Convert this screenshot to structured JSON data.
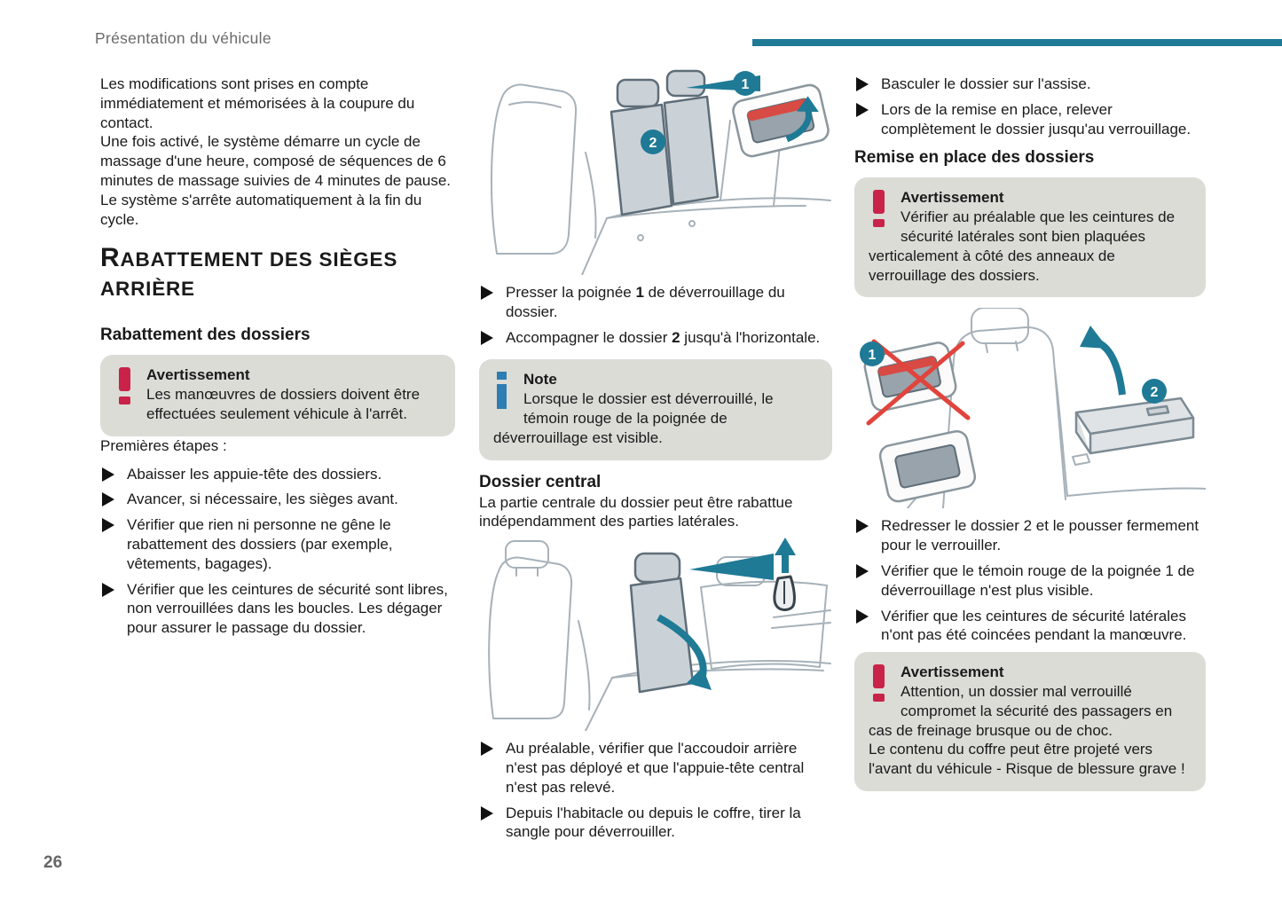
{
  "header": {
    "title": "Présentation du véhicule"
  },
  "footer": {
    "page_number": "26"
  },
  "colors": {
    "accent_teal": "#1F7A96",
    "warning_red": "#C9234A",
    "note_blue": "#2E7DB3",
    "box_gray": "#DBDCD6"
  },
  "col1": {
    "paragraphs": [
      "Les modifications sont prises en compte immédiatement et mémorisées à la coupure du contact.",
      "Une fois activé, le système démarre un cycle de massage d'une heure, composé de séquences de 6 minutes de massage suivies de 4 minutes de pause.",
      "Le système s'arrête automatiquement à la fin du cycle."
    ],
    "section_title": "Rabattement des sièges arrière",
    "subsection_title": "Rabattement des dossiers",
    "warning": {
      "title": "Avertissement",
      "text": "Les manœuvres de dossiers doivent être effectuées seulement véhicule à l'arrêt."
    },
    "steps_label": "Premières étapes :",
    "bullets": [
      "Abaisser les appuie-tête des dossiers.",
      "Avancer, si nécessaire, les sièges avant.",
      "Vérifier que rien ni personne ne gêne le rabattement des dossiers (par exemple, vêtements, bagages).",
      "Vérifier que les ceintures de sécurité sont libres, non verrouillées dans les boucles. Les dégager pour assurer le passage du dossier."
    ]
  },
  "col2": {
    "figure1": {
      "callout_1": "1",
      "callout_2": "2"
    },
    "bullets": [
      {
        "pre": "Presser la poignée ",
        "num": "1",
        "post": " de déverrouillage du dossier."
      },
      {
        "pre": "Accompagner le dossier ",
        "num": "2",
        "post": " jusqu'à l'horizontale."
      }
    ],
    "note": {
      "title": "Note",
      "text": "Lorsque le dossier est déverrouillé, le témoin rouge de la poignée de déverrouillage est visible."
    },
    "central_title": "Dossier central",
    "central_text": "La partie centrale du dossier peut être rabattue indépendamment des parties latérales.",
    "bullets2": [
      "Au préalable, vérifier que l'accoudoir arrière n'est pas déployé et que l'appuie-tête central n'est pas relevé.",
      "Depuis l'habitacle ou depuis le coffre, tirer la sangle pour déverrouiller."
    ]
  },
  "col3": {
    "bullets": [
      "Basculer le dossier sur l'assise.",
      "Lors de la remise en place, relever complètement le dossier jusqu'au verrouillage."
    ],
    "section_title": "Remise en place des dossiers",
    "warning1": {
      "title": "Avertissement",
      "text": "Vérifier au préalable que les ceintures de sécurité latérales sont bien plaquées verticalement à côté des anneaux de verrouillage des dossiers."
    },
    "figure3": {
      "callout_1": "1",
      "callout_2": "2"
    },
    "bullets2": [
      "Redresser le dossier 2 et le pousser fermement pour le verrouiller.",
      "Vérifier que le témoin rouge de la poignée 1 de déverrouillage n'est plus visible.",
      "Vérifier que les ceintures de sécurité latérales n'ont pas été coincées pendant la manœuvre."
    ],
    "warning2": {
      "title": "Avertissement",
      "lines": [
        "Attention, un dossier mal verrouillé compromet la sécurité des passagers en cas de freinage brusque ou de choc.",
        "Le contenu du coffre peut être projeté vers l'avant du véhicule - Risque de blessure grave !"
      ]
    }
  }
}
